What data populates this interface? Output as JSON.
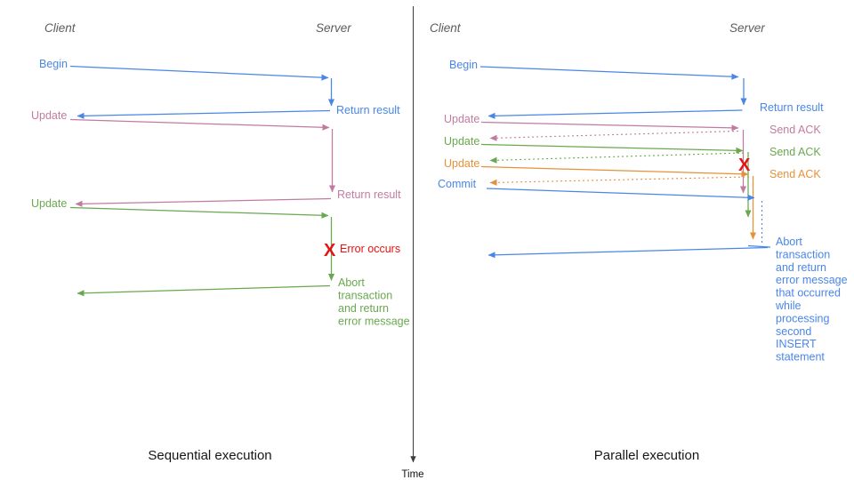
{
  "axis": {
    "label": "Time"
  },
  "colors": {
    "blue": "#4a86e8",
    "pink": "#c27ba0",
    "green": "#6aa84f",
    "orange": "#e69138",
    "red": "#e41414",
    "axis_gray": "#3c3c3c",
    "header_gray": "#5c5c5c"
  },
  "sequential": {
    "caption": "Sequential execution",
    "client": "Client",
    "server": "Server",
    "begin": "Begin",
    "return1": "Return result",
    "update1": "Update",
    "return2": "Return result",
    "update2": "Update",
    "error_mark": "X",
    "error_label": "Error occurs",
    "abort": [
      "Abort",
      "transaction",
      "and return",
      "error message"
    ]
  },
  "parallel": {
    "caption": "Parallel execution",
    "client": "Client",
    "server": "Server",
    "begin": "Begin",
    "return1": "Return result",
    "update1": "Update",
    "ack1": "Send ACK",
    "update2": "Update",
    "ack2": "Send ACK",
    "update3": "Update",
    "ack3": "Send ACK",
    "commit": "Commit",
    "error_mark": "X",
    "abort": [
      "Abort",
      "transaction",
      "and return",
      "error message",
      "that occurred",
      "while",
      "processing",
      "second",
      "INSERT",
      "statement"
    ]
  }
}
